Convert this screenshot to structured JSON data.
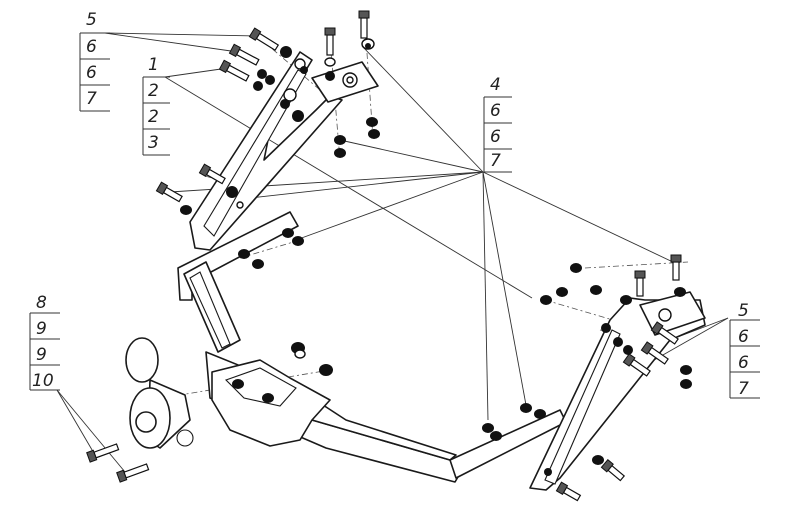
{
  "diagram": {
    "callout_groups": [
      {
        "id": "top-left",
        "numbers": [
          "5",
          "6",
          "6",
          "7",
          "1",
          "2",
          "2",
          "3"
        ]
      },
      {
        "id": "top-center",
        "numbers": [
          "4",
          "6",
          "6",
          "7"
        ]
      },
      {
        "id": "right",
        "numbers": [
          "5",
          "6",
          "6",
          "7"
        ]
      },
      {
        "id": "left",
        "numbers": [
          "8",
          "9",
          "9",
          "10"
        ]
      }
    ],
    "labels": {
      "tl_0": "5",
      "tl_1": "6",
      "tl_2": "6",
      "tl_3": "7",
      "tl_4": "1",
      "tl_5": "2",
      "tl_6": "2",
      "tl_7": "3",
      "tc_0": "4",
      "tc_1": "6",
      "tc_2": "6",
      "tc_3": "7",
      "r_0": "5",
      "r_1": "6",
      "r_2": "6",
      "r_3": "7",
      "l_0": "8",
      "l_1": "9",
      "l_2": "9",
      "l_3": "10"
    },
    "colors": {
      "line": "#1a1a1a",
      "background": "#ffffff",
      "fastener": "#111111"
    }
  }
}
